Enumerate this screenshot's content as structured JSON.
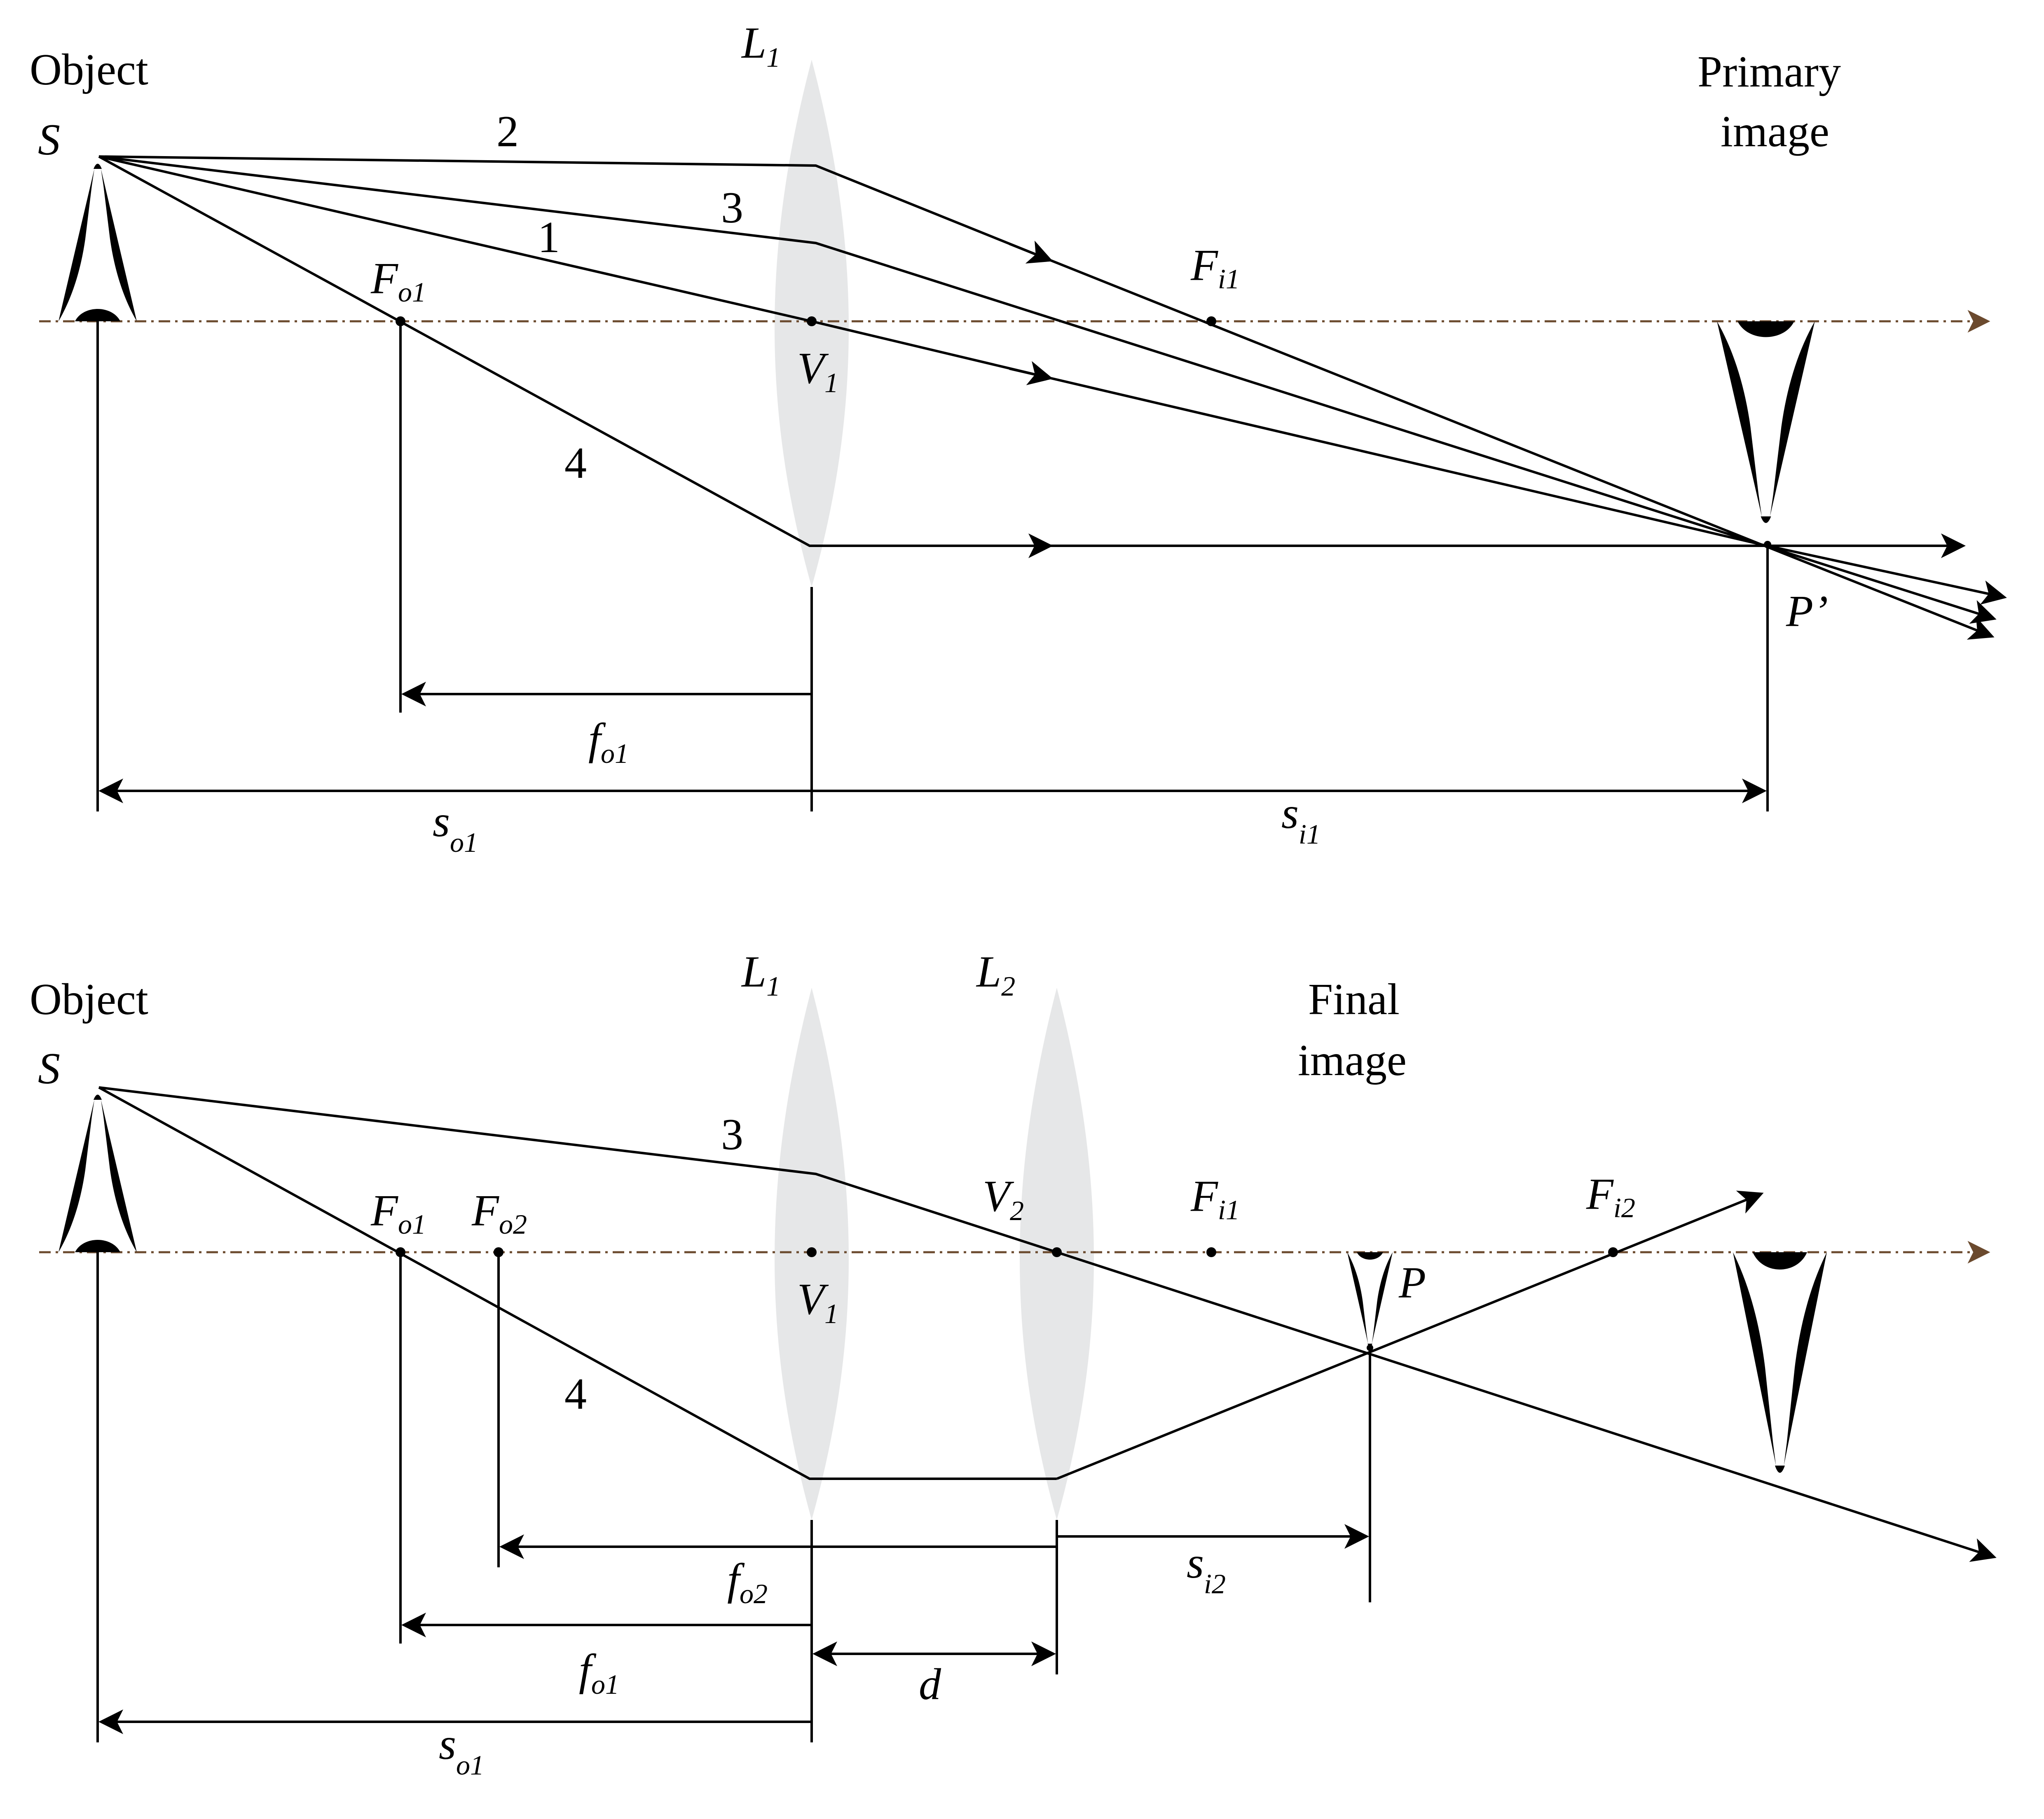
{
  "top": {
    "object": "Object",
    "S": "S",
    "lens": {
      "main": "L",
      "sub": "1"
    },
    "primary_image": [
      "Primary",
      "image"
    ],
    "ray_numbers": [
      "1",
      "2",
      "3",
      "4"
    ],
    "Fo1": {
      "main": "F",
      "sub": "o1"
    },
    "Fi1": {
      "main": "F",
      "sub": "i1"
    },
    "V1": {
      "main": "V",
      "sub": "1"
    },
    "P_prime": "P’",
    "fo1": {
      "main": "f",
      "sub": "o1"
    },
    "so1": {
      "main": "s",
      "sub": "o1"
    },
    "si1": {
      "main": "s",
      "sub": "i1"
    }
  },
  "bottom": {
    "object": "Object",
    "S": "S",
    "lens1": {
      "main": "L",
      "sub": "1"
    },
    "lens2": {
      "main": "L",
      "sub": "2"
    },
    "final_image": [
      "Final",
      "image"
    ],
    "ray_numbers": [
      "3",
      "4"
    ],
    "Fo1": {
      "main": "F",
      "sub": "o1"
    },
    "Fo2": {
      "main": "F",
      "sub": "o2"
    },
    "Fi1": {
      "main": "F",
      "sub": "i1"
    },
    "Fi2": {
      "main": "F",
      "sub": "i2"
    },
    "V1": {
      "main": "V",
      "sub": "1"
    },
    "V2": {
      "main": "V",
      "sub": "2"
    },
    "P": "P",
    "fo2": {
      "main": "f",
      "sub": "o2"
    },
    "fo1": {
      "main": "f",
      "sub": "o1"
    },
    "d": "d",
    "so1": {
      "main": "s",
      "sub": "o1"
    },
    "si2": {
      "main": "s",
      "sub": "i2"
    }
  },
  "colors": {
    "axis": "#6b4a2e",
    "lens": "#e6e7e8",
    "ghost_image": "#b9b9b9"
  },
  "icons": [
    "eiffel-tower-icon"
  ]
}
